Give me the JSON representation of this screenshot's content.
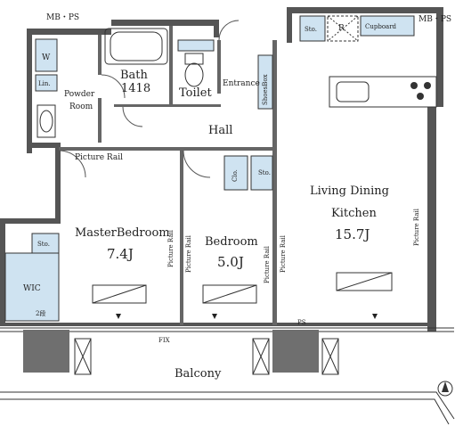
{
  "labels": {
    "mbps_left": "MB・PS",
    "mbps_right": "MB・PS",
    "bath": "Bath",
    "bath_size": "1418",
    "toilet": "Toilet",
    "entrance": "Entrance",
    "shoes_box": "ShoesBox",
    "powder_room_1": "Powder",
    "powder_room_2": "Room",
    "washer": "W",
    "linen": "Lin.",
    "hall": "Hall",
    "sto_top": "Sto.",
    "refrigerator": "R",
    "cupboard": "Cupboard",
    "living_1": "Living Dining",
    "living_2": "Kitchen",
    "living_size": "15.7J",
    "picture_rail_top": "Picture Rail",
    "picture_rail_master": "Picture Rail",
    "picture_rail_bed_left": "Picture Rail",
    "picture_rail_bed_right1": "Picture Rail",
    "picture_rail_bed_right2": "Picture Rail",
    "picture_rail_living": "Picture Rail",
    "clo": "Clo.",
    "sto_hall": "Sto.",
    "master_bedroom": "MasterBedroom",
    "master_size": "7.4J",
    "bedroom": "Bedroom",
    "bedroom_size": "5.0J",
    "sto_wic": "Sto.",
    "wic": "WIC",
    "wic_shelves": "2段",
    "ps_bottom": "PS",
    "fix": "FIX",
    "balcony": "Balcony"
  },
  "colors": {
    "wall": "#555555",
    "storage": "#cfe3f1",
    "outline": "#333333",
    "balcony_unit": "#6f6f6f"
  },
  "icons": {
    "compass": "north-arrow-icon",
    "window": "window-icon",
    "stove": "stove-icon",
    "sink": "sink-icon",
    "bathtub": "bathtub-icon",
    "toilet": "toilet-icon"
  }
}
